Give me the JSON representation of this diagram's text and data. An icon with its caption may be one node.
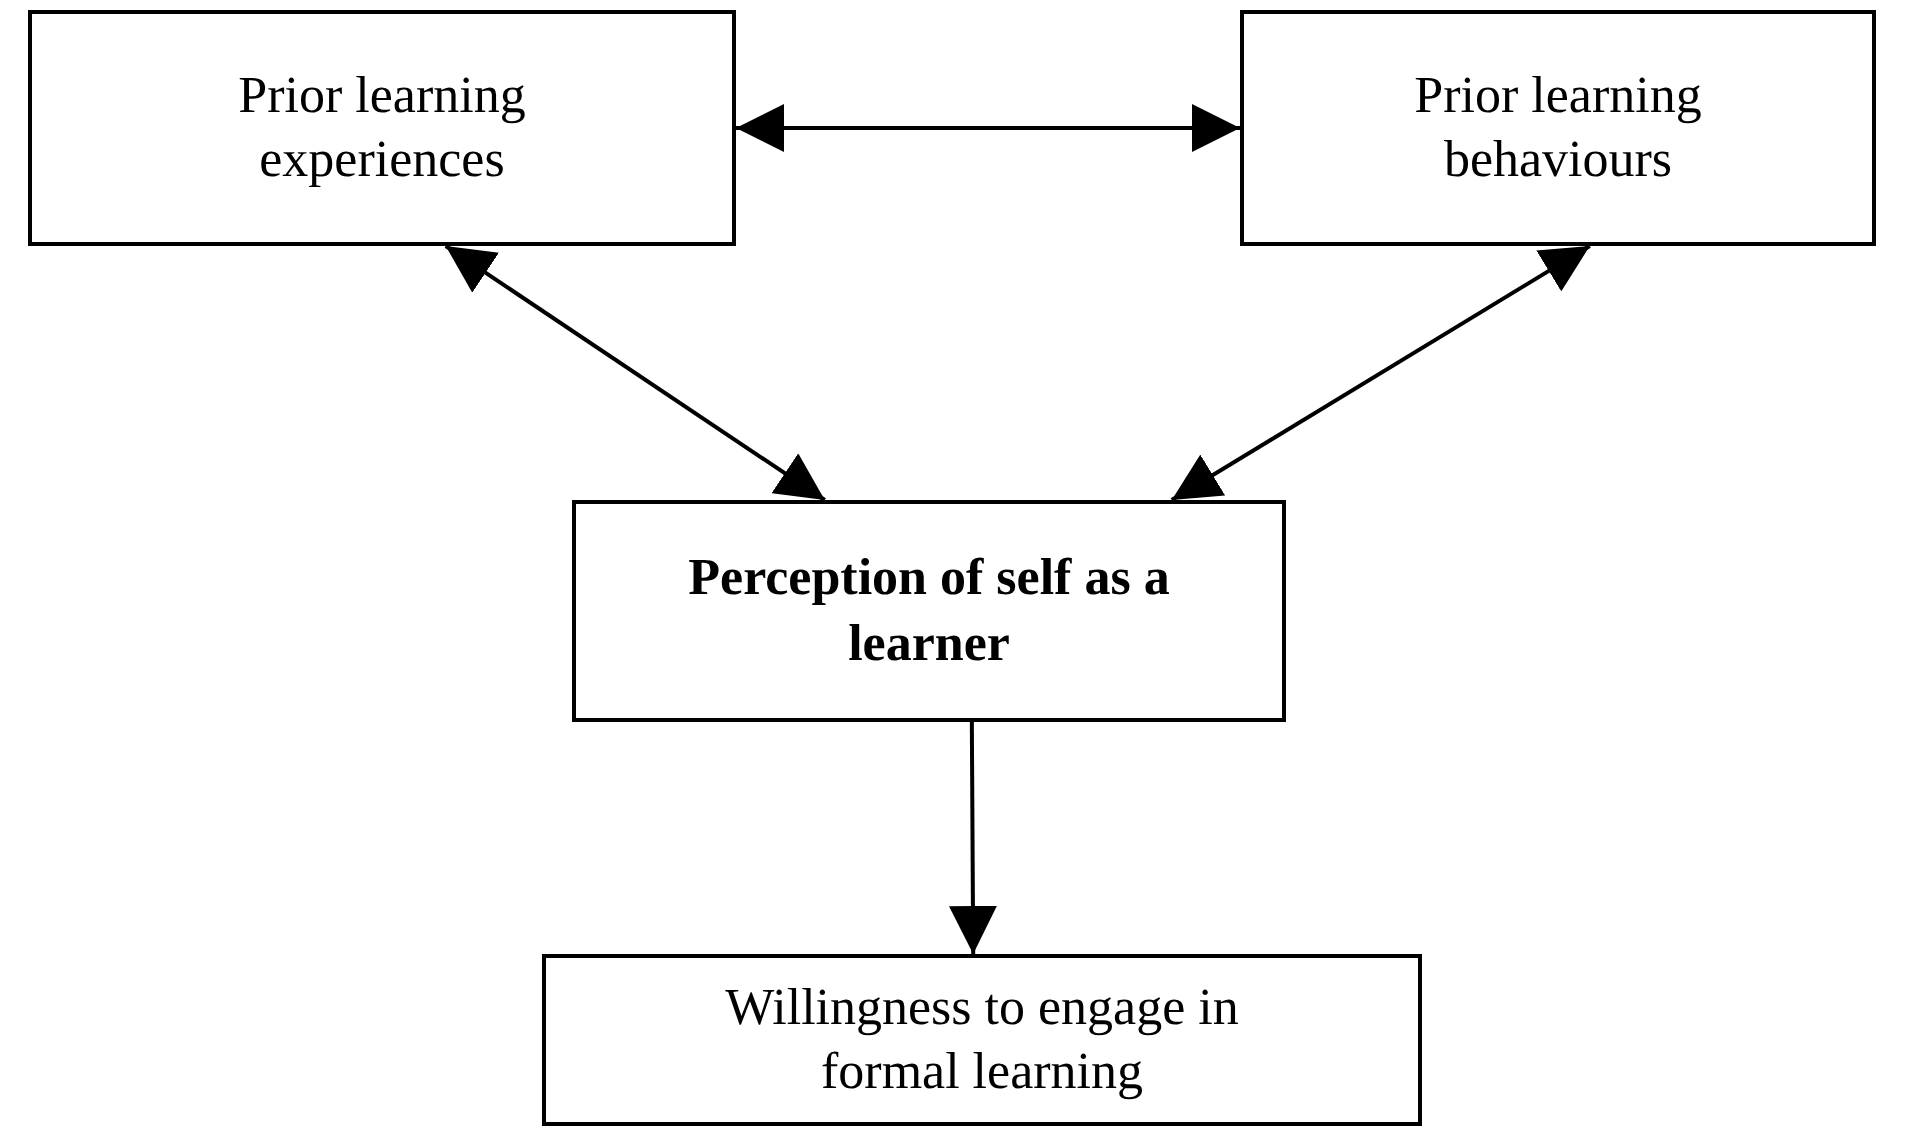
{
  "diagram": {
    "nodes": [
      {
        "text": [
          "Prior learning experiences"
        ]
      },
      {
        "text": [
          "Prior learning behaviours"
        ]
      },
      {
        "text": [
          "Perception of self as a learner"
        ]
      },
      {
        "text": [
          "Willingness to engage in formal learning"
        ]
      }
    ],
    "edges": [
      {
        "from": 0,
        "to": 1,
        "arrow": "both"
      },
      {
        "from": 0,
        "to": 2,
        "arrow": "both"
      },
      {
        "from": 1,
        "to": 2,
        "arrow": "both"
      },
      {
        "from": 2,
        "to": 3,
        "arrow": "to"
      }
    ]
  }
}
